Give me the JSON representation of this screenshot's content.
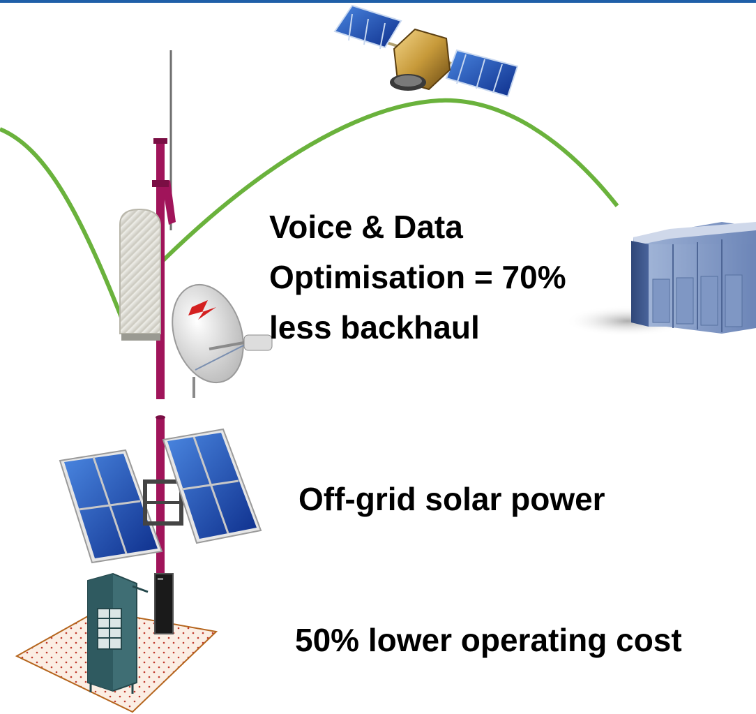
{
  "captions": {
    "voice_line1": "Voice & Data",
    "voice_line2": "Optimisation = 70%",
    "voice_line3": "less backhaul",
    "solar": "Off-grid solar power",
    "cost": "50% lower operating cost"
  },
  "colors": {
    "link_arc": "#6ab23c",
    "mast": "#a0145a",
    "top_bar": "#1f5fa8",
    "solar_panel": "#0d2f9e",
    "satellite_panel": "#1d4fb8",
    "server": "#5a78ab",
    "dish_bolt": "#d42020"
  },
  "icons": [
    "satellite-icon",
    "server-rack-icon",
    "antenna-mast-icon",
    "radio-unit-icon",
    "satellite-dish-icon",
    "solar-panel-icon",
    "equipment-cabinet-icon",
    "battery-box-icon"
  ]
}
